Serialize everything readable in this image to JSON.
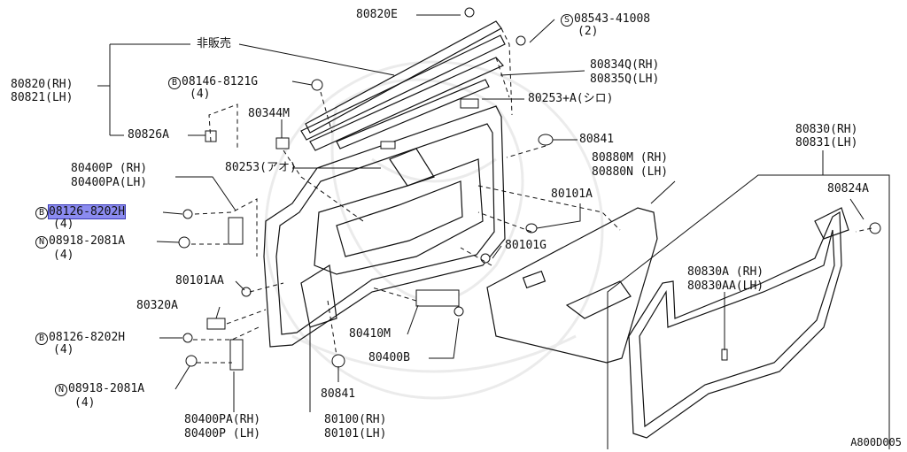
{
  "labels": {
    "l_80820E": "80820E",
    "l_08543": "08543-41008",
    "l_08543_qty": "(2)",
    "l_hihanbai": "非販売",
    "l_80820rh": "80820(RH)",
    "l_80821lh": "80821(LH)",
    "l_08146": "08146-8121G",
    "l_08146_qty": "(4)",
    "l_80834q": "80834Q(RH)",
    "l_80835q": "80835Q(LH)",
    "l_80253a": "80253+A(シロ)",
    "l_80344m": "80344M",
    "l_80826a": "80826A",
    "l_80841a": "80841",
    "l_80253ao": "80253(アオ)",
    "l_80400p_rh": "80400P (RH)",
    "l_80400pa_lh": "80400PA(LH)",
    "l_08126a": "08126-8202H",
    "l_08126a_qty": "(4)",
    "l_08918a": "08918-2081A",
    "l_08918a_qty": "(4)",
    "l_80880m": "80880M (RH)",
    "l_80880n": "80880N (LH)",
    "l_80101a": "80101A",
    "l_80101g": "80101G",
    "l_80830rh": "80830(RH)",
    "l_80831lh": "80831(LH)",
    "l_80824a": "80824A",
    "l_80101aa": "80101AA",
    "l_80320a": "80320A",
    "l_80830a": "80830A (RH)",
    "l_80830aa": "80830AA(LH)",
    "l_08126b": "08126-8202H",
    "l_08126b_qty": "(4)",
    "l_80410m": "80410M",
    "l_80400b": "80400B",
    "l_08918b": "08918-2081A",
    "l_08918b_qty": "(4)",
    "l_80841b": "80841",
    "l_80400pa_rh": "80400PA(RH)",
    "l_80400p_lh": "80400P (LH)",
    "l_80100rh": "80100(RH)",
    "l_80101lh": "80101(LH)",
    "ref_code": "A800D005"
  },
  "markers": {
    "S": "S",
    "B": "B",
    "N": "N"
  }
}
